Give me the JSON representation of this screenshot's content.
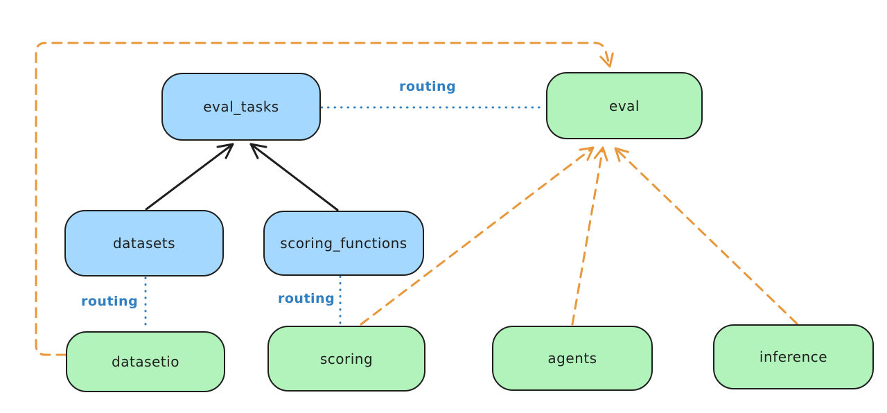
{
  "diagram": {
    "nodes": [
      {
        "id": "eval_tasks",
        "label": "eval_tasks",
        "kind": "registry"
      },
      {
        "id": "eval",
        "label": "eval",
        "kind": "api"
      },
      {
        "id": "datasets",
        "label": "datasets",
        "kind": "registry"
      },
      {
        "id": "scoring_functions",
        "label": "scoring_functions",
        "kind": "registry"
      },
      {
        "id": "datasetio",
        "label": "datasetio",
        "kind": "api"
      },
      {
        "id": "scoring",
        "label": "scoring",
        "kind": "api"
      },
      {
        "id": "agents",
        "label": "agents",
        "kind": "api"
      },
      {
        "id": "inference",
        "label": "inference",
        "kind": "api"
      }
    ],
    "edges": [
      {
        "from": "datasets",
        "to": "eval_tasks",
        "style": "solid-black-arrow",
        "label": ""
      },
      {
        "from": "scoring_functions",
        "to": "eval_tasks",
        "style": "solid-black-arrow",
        "label": ""
      },
      {
        "from": "eval_tasks",
        "to": "eval",
        "style": "dotted-blue",
        "label": "routing"
      },
      {
        "from": "datasets",
        "to": "datasetio",
        "style": "dotted-blue",
        "label": "routing"
      },
      {
        "from": "scoring_functions",
        "to": "scoring",
        "style": "dotted-blue",
        "label": "routing"
      },
      {
        "from": "datasetio",
        "to": "eval",
        "style": "dashed-orange-arrow",
        "label": ""
      },
      {
        "from": "scoring",
        "to": "eval",
        "style": "dashed-orange-arrow",
        "label": ""
      },
      {
        "from": "agents",
        "to": "eval",
        "style": "dashed-orange-arrow",
        "label": ""
      },
      {
        "from": "inference",
        "to": "eval",
        "style": "dashed-orange-arrow",
        "label": ""
      }
    ],
    "colors": {
      "registry_fill": "#a5d8ff",
      "api_fill": "#b2f2bb",
      "node_stroke": "#1e1e1e",
      "routing_line": "#2f7fc1",
      "provider_line": "#e8973a",
      "background": "#ffffff"
    }
  }
}
